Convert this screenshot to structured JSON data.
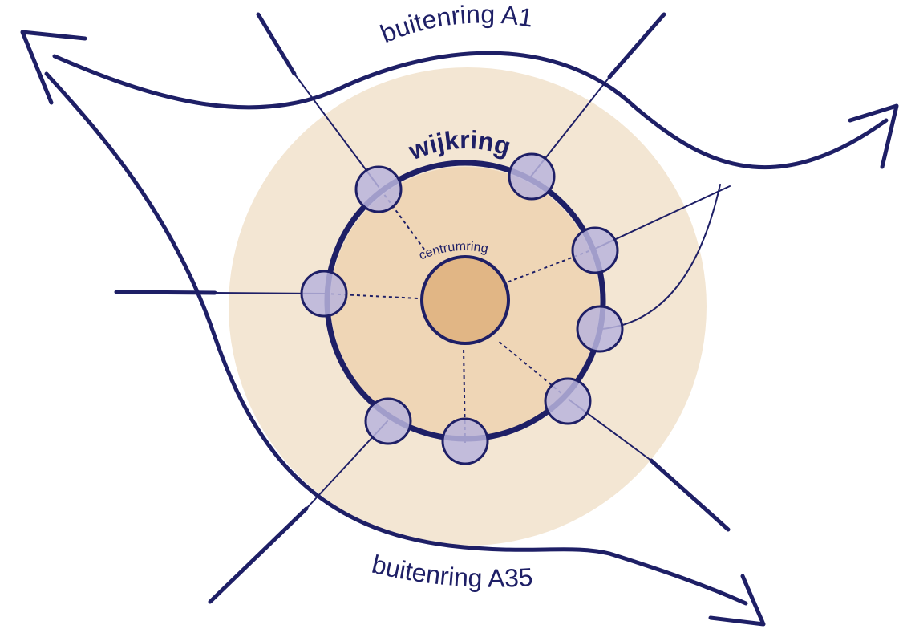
{
  "labels": {
    "outer_ring_top": "buitenring A1",
    "outer_ring_bottom": "buitenring A35",
    "district_ring": "wijkring",
    "center_ring": "centrumring"
  },
  "colors": {
    "road": "#1e1f66",
    "outer_zone": "#f3e6d3",
    "inner_zone": "#efd6b6",
    "center": "#e1b685",
    "node_fill": "#b9b4dc"
  }
}
